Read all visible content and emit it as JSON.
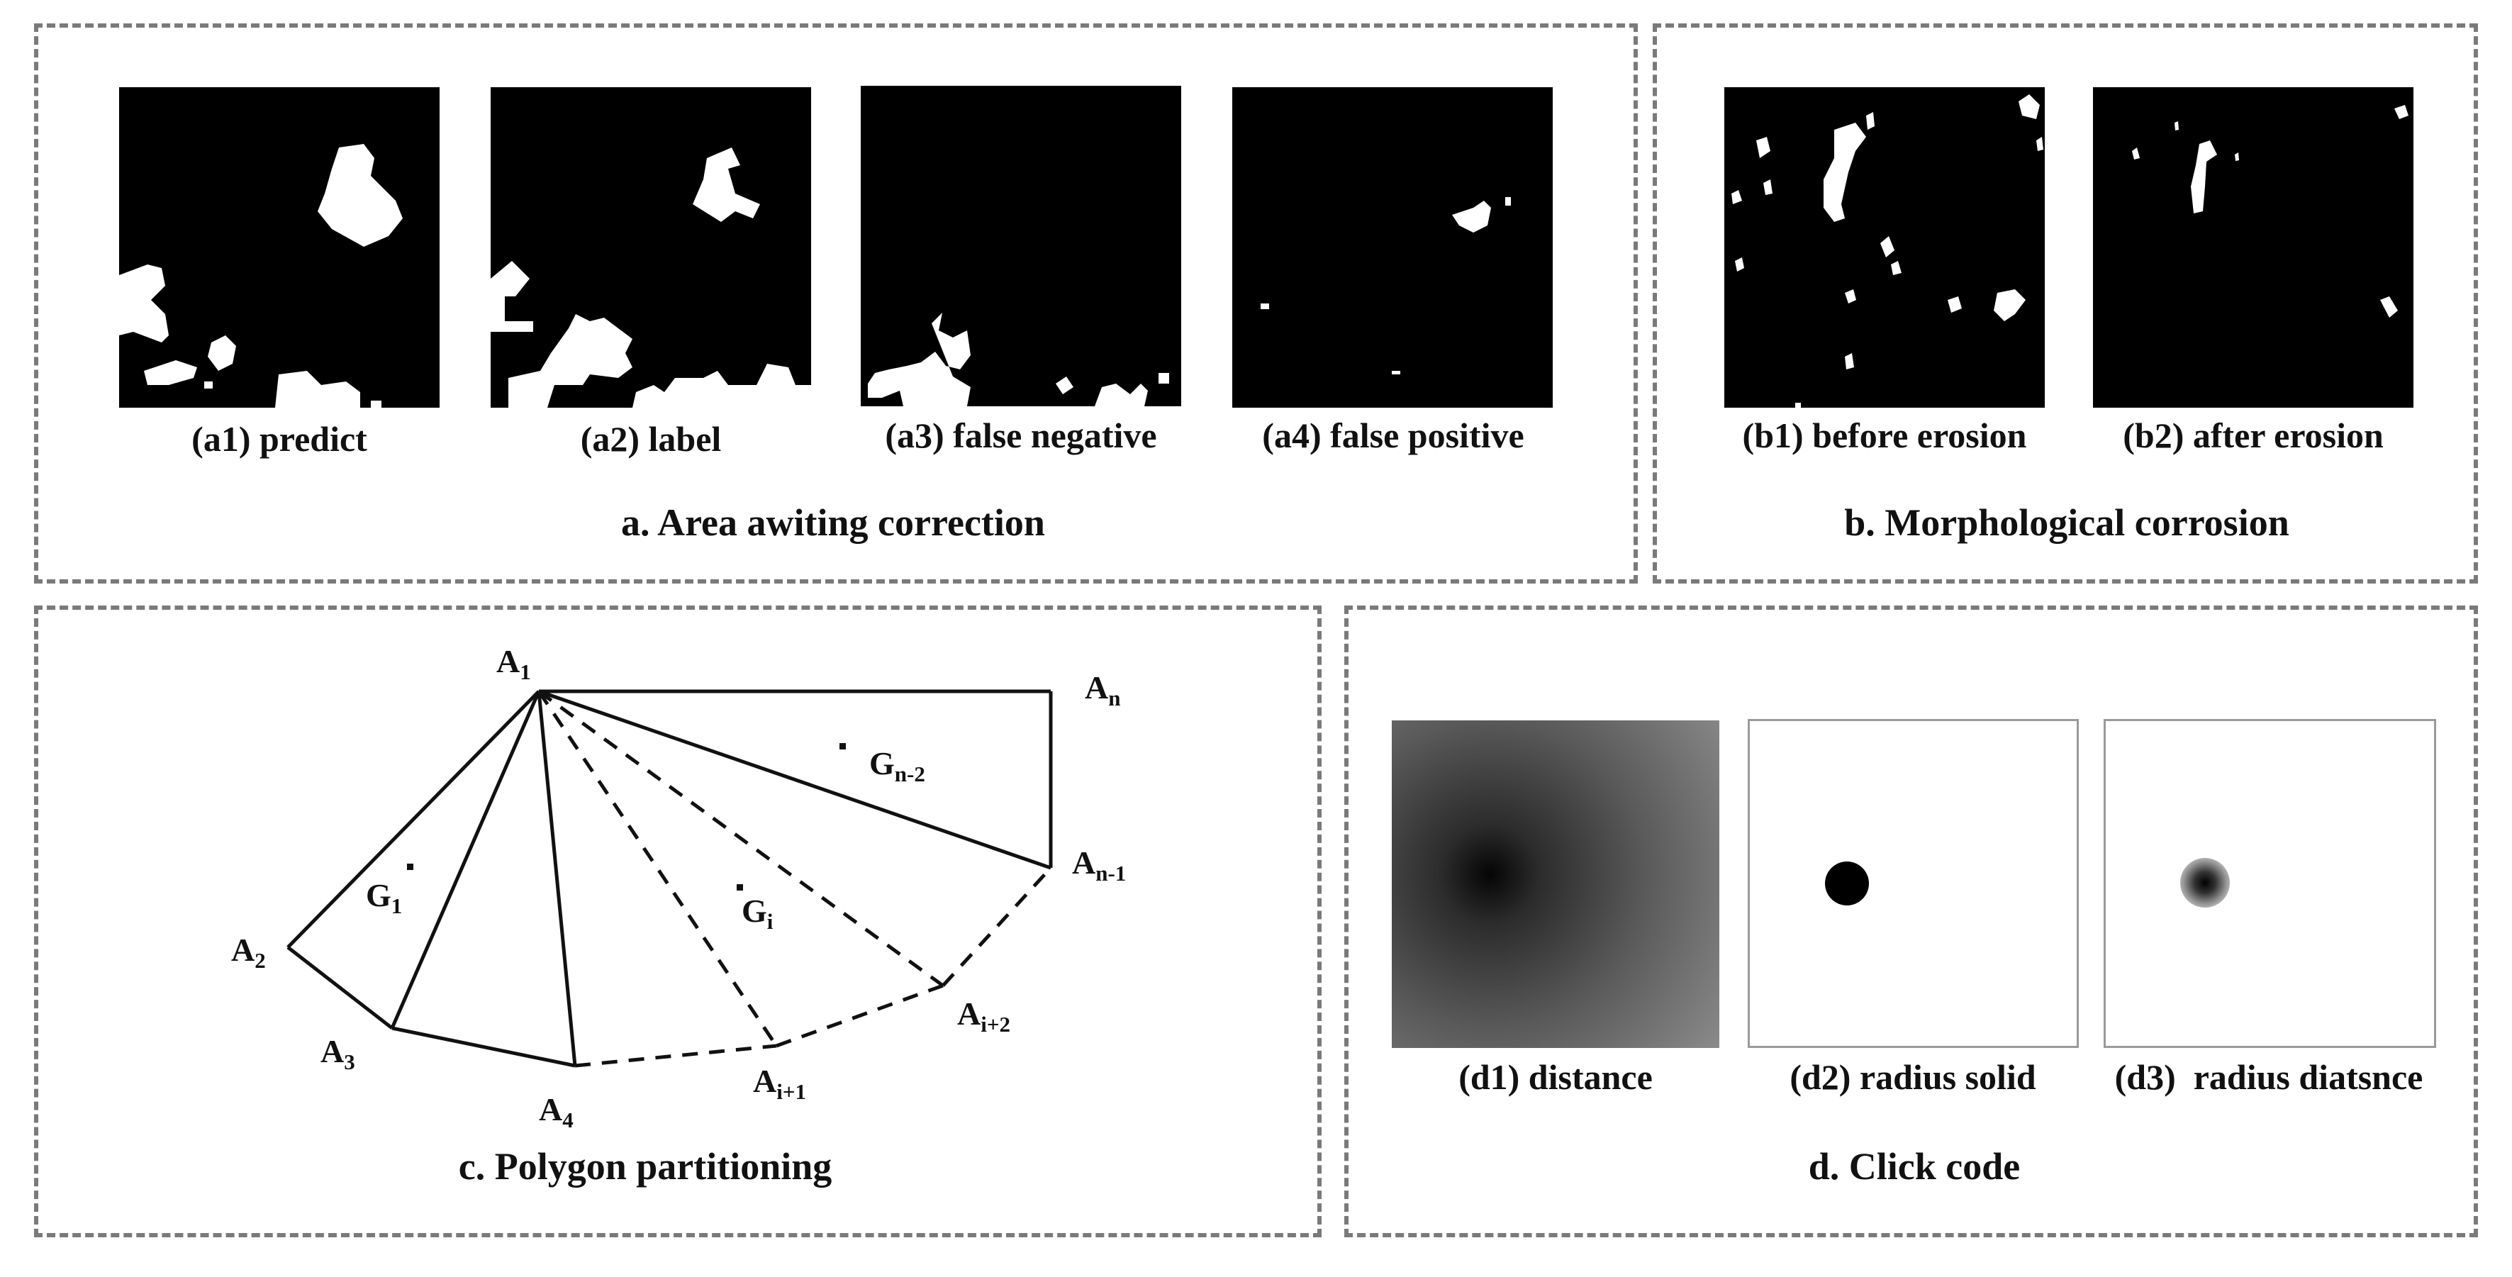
{
  "panel_a": {
    "title": "a. Area awiting correction",
    "captions": [
      "(a1) predict",
      "(a2) label",
      "(a3) false negative",
      "(a4) false positive"
    ]
  },
  "panel_b": {
    "title": "b. Morphological corrosion",
    "captions": [
      "(b1) before erosion",
      "(b2) after erosion"
    ]
  },
  "panel_c": {
    "title": "c. Polygon partitioning",
    "vertices": [
      {
        "base": "A",
        "sub": "1"
      },
      {
        "base": "A",
        "sub": "n"
      },
      {
        "base": "A",
        "sub": "n-1"
      },
      {
        "base": "A",
        "sub": "i+2"
      },
      {
        "base": "A",
        "sub": "i+1"
      },
      {
        "base": "A",
        "sub": "4"
      },
      {
        "base": "A",
        "sub": "3"
      },
      {
        "base": "A",
        "sub": "2"
      }
    ],
    "centroids": [
      {
        "base": "G",
        "sub": "1"
      },
      {
        "base": "G",
        "sub": "i"
      },
      {
        "base": "G",
        "sub": "n-2"
      }
    ]
  },
  "panel_d": {
    "title": "d. Click code",
    "captions": [
      "(d1) distance",
      "(d2) radius solid",
      "(d3)  radius diatsnce"
    ]
  },
  "colors": {
    "border": "#7a7a7a",
    "mask_bg": "#000000",
    "mask_fg": "#ffffff"
  }
}
